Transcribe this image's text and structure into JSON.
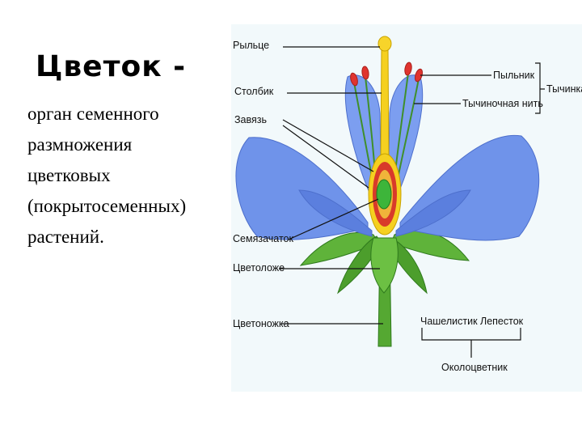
{
  "slide": {
    "title": "Цветок -",
    "description": [
      "орган семенного",
      "размножения",
      "цветковых",
      "(покрытосеменных)",
      "растений."
    ]
  },
  "diagram": {
    "labels": {
      "stigma": "Рыльце",
      "style": "Столбик",
      "ovary": "Завязь",
      "ovule": "Семязачаток",
      "receptacle": "Цветоложе",
      "pedicel": "Цветоножка",
      "anther": "Пыльник",
      "filament": "Тычиночная нить",
      "stamen": "Тычинка",
      "sepal": "Чашелистик",
      "petal": "Лепесток",
      "perianth": "Околоцветник"
    },
    "colors": {
      "petal": "#6b8fe8",
      "sepal": "#4aa52e",
      "pistil": "#f5d020",
      "ovary_wall": "#d83a2a",
      "ovule": "#3db53a",
      "anther": "#e0342f"
    }
  }
}
